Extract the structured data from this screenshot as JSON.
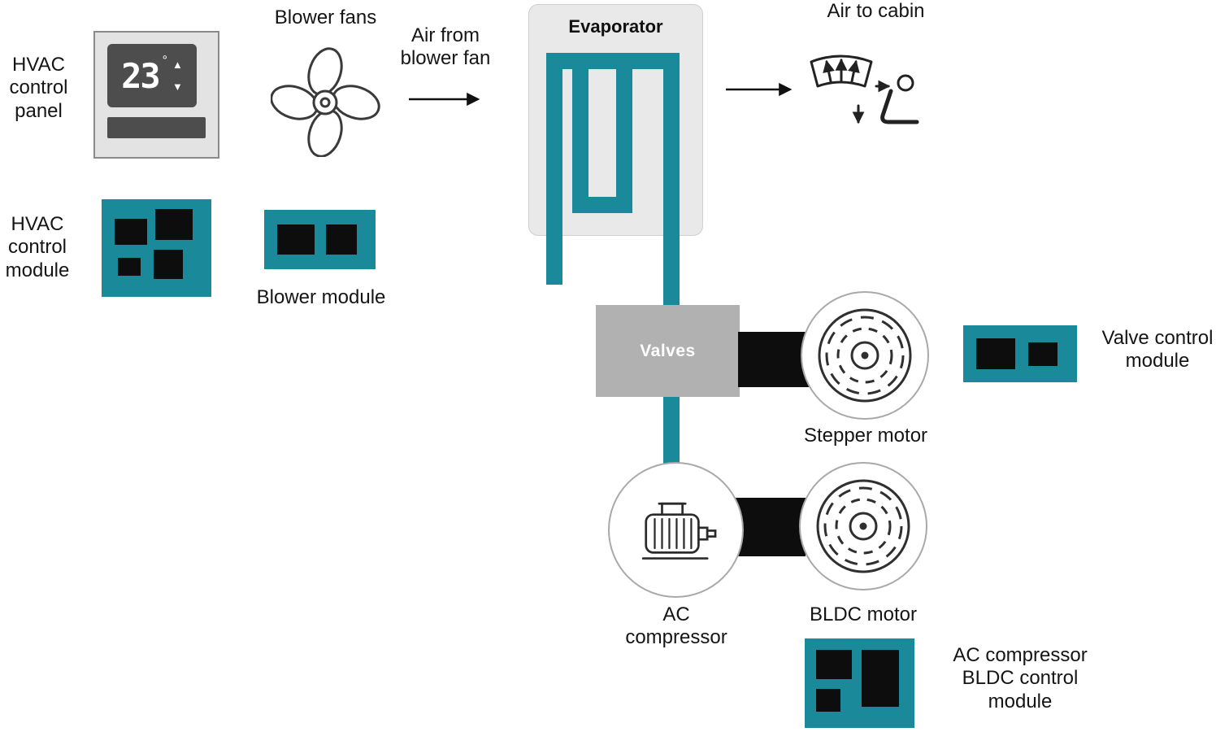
{
  "colors": {
    "teal": "#1a8a9b",
    "chip_black": "#0d0d0d",
    "valves_gray": "#b1b1b1",
    "evaporator_gray": "#e9e9e9",
    "panel_gray": "#e3e3e3",
    "display_gray": "#4d4d4d",
    "line_dark": "#2f2f2f"
  },
  "panel": {
    "label": "HVAC control panel",
    "display_value": "23",
    "display_unit": "°",
    "up_arrow": "▲",
    "down_arrow": "▼"
  },
  "blower_fans": {
    "label": "Blower fans"
  },
  "airflow": {
    "from_blower": "Air from blower fan",
    "to_cabin": "Air to cabin"
  },
  "evaporator": {
    "label": "Evaporator"
  },
  "valves": {
    "label": "Valves"
  },
  "modules": {
    "hvac_control": {
      "label": "HVAC control module"
    },
    "blower": {
      "label": "Blower module"
    },
    "valve_control": {
      "label": "Valve control module"
    },
    "ac_bldc": {
      "label": "AC compressor BLDC control module"
    }
  },
  "motors": {
    "stepper": {
      "label": "Stepper motor"
    },
    "bldc": {
      "label": "BLDC motor"
    },
    "ac_compressor": {
      "label": "AC compressor"
    }
  }
}
